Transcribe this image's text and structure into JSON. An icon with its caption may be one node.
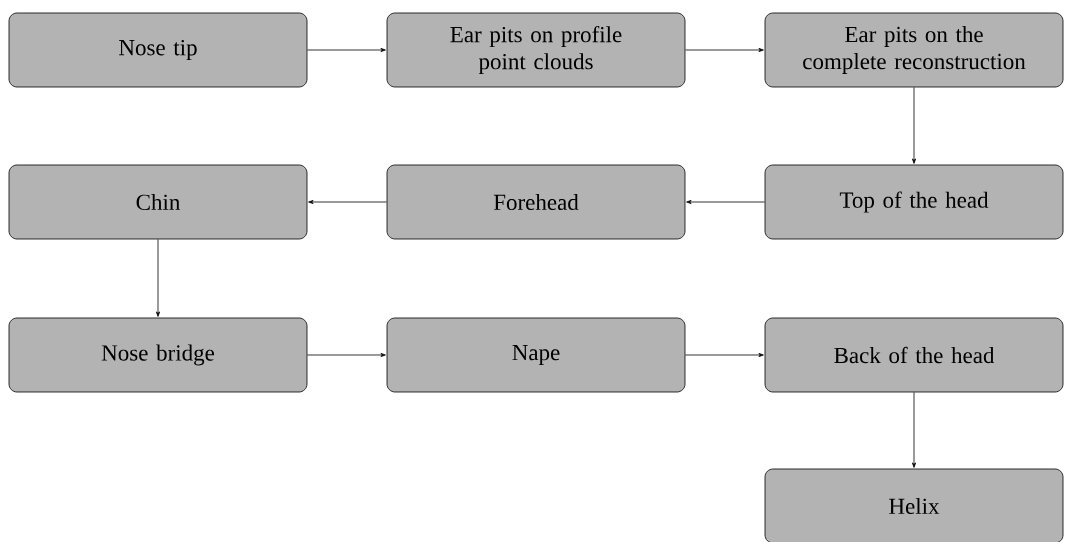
{
  "diagram": {
    "nodes": [
      {
        "text": [
          "Nose tip"
        ]
      },
      {
        "text": [
          "Ear pits on profile point clouds"
        ]
      },
      {
        "text": [
          "Ear pits on the complete reconstruction"
        ]
      },
      {
        "text": [
          "Chin"
        ]
      },
      {
        "text": [
          "Forehead"
        ]
      },
      {
        "text": [
          "Top of the head"
        ]
      },
      {
        "text": [
          "Nose bridge"
        ]
      },
      {
        "text": [
          "Nape"
        ]
      },
      {
        "text": [
          "Back of the head"
        ]
      },
      {
        "text": [
          "Helix"
        ]
      }
    ],
    "edges": [
      {
        "from": 0,
        "to": 1,
        "arrow": "to"
      },
      {
        "from": 1,
        "to": 2,
        "arrow": "to"
      },
      {
        "from": 2,
        "to": 5,
        "arrow": "to"
      },
      {
        "from": 5,
        "to": 4,
        "arrow": "to"
      },
      {
        "from": 4,
        "to": 3,
        "arrow": "to"
      },
      {
        "from": 3,
        "to": 6,
        "arrow": "to"
      },
      {
        "from": 6,
        "to": 7,
        "arrow": "to"
      },
      {
        "from": 7,
        "to": 8,
        "arrow": "to"
      },
      {
        "from": 8,
        "to": 9,
        "arrow": "to"
      }
    ]
  }
}
